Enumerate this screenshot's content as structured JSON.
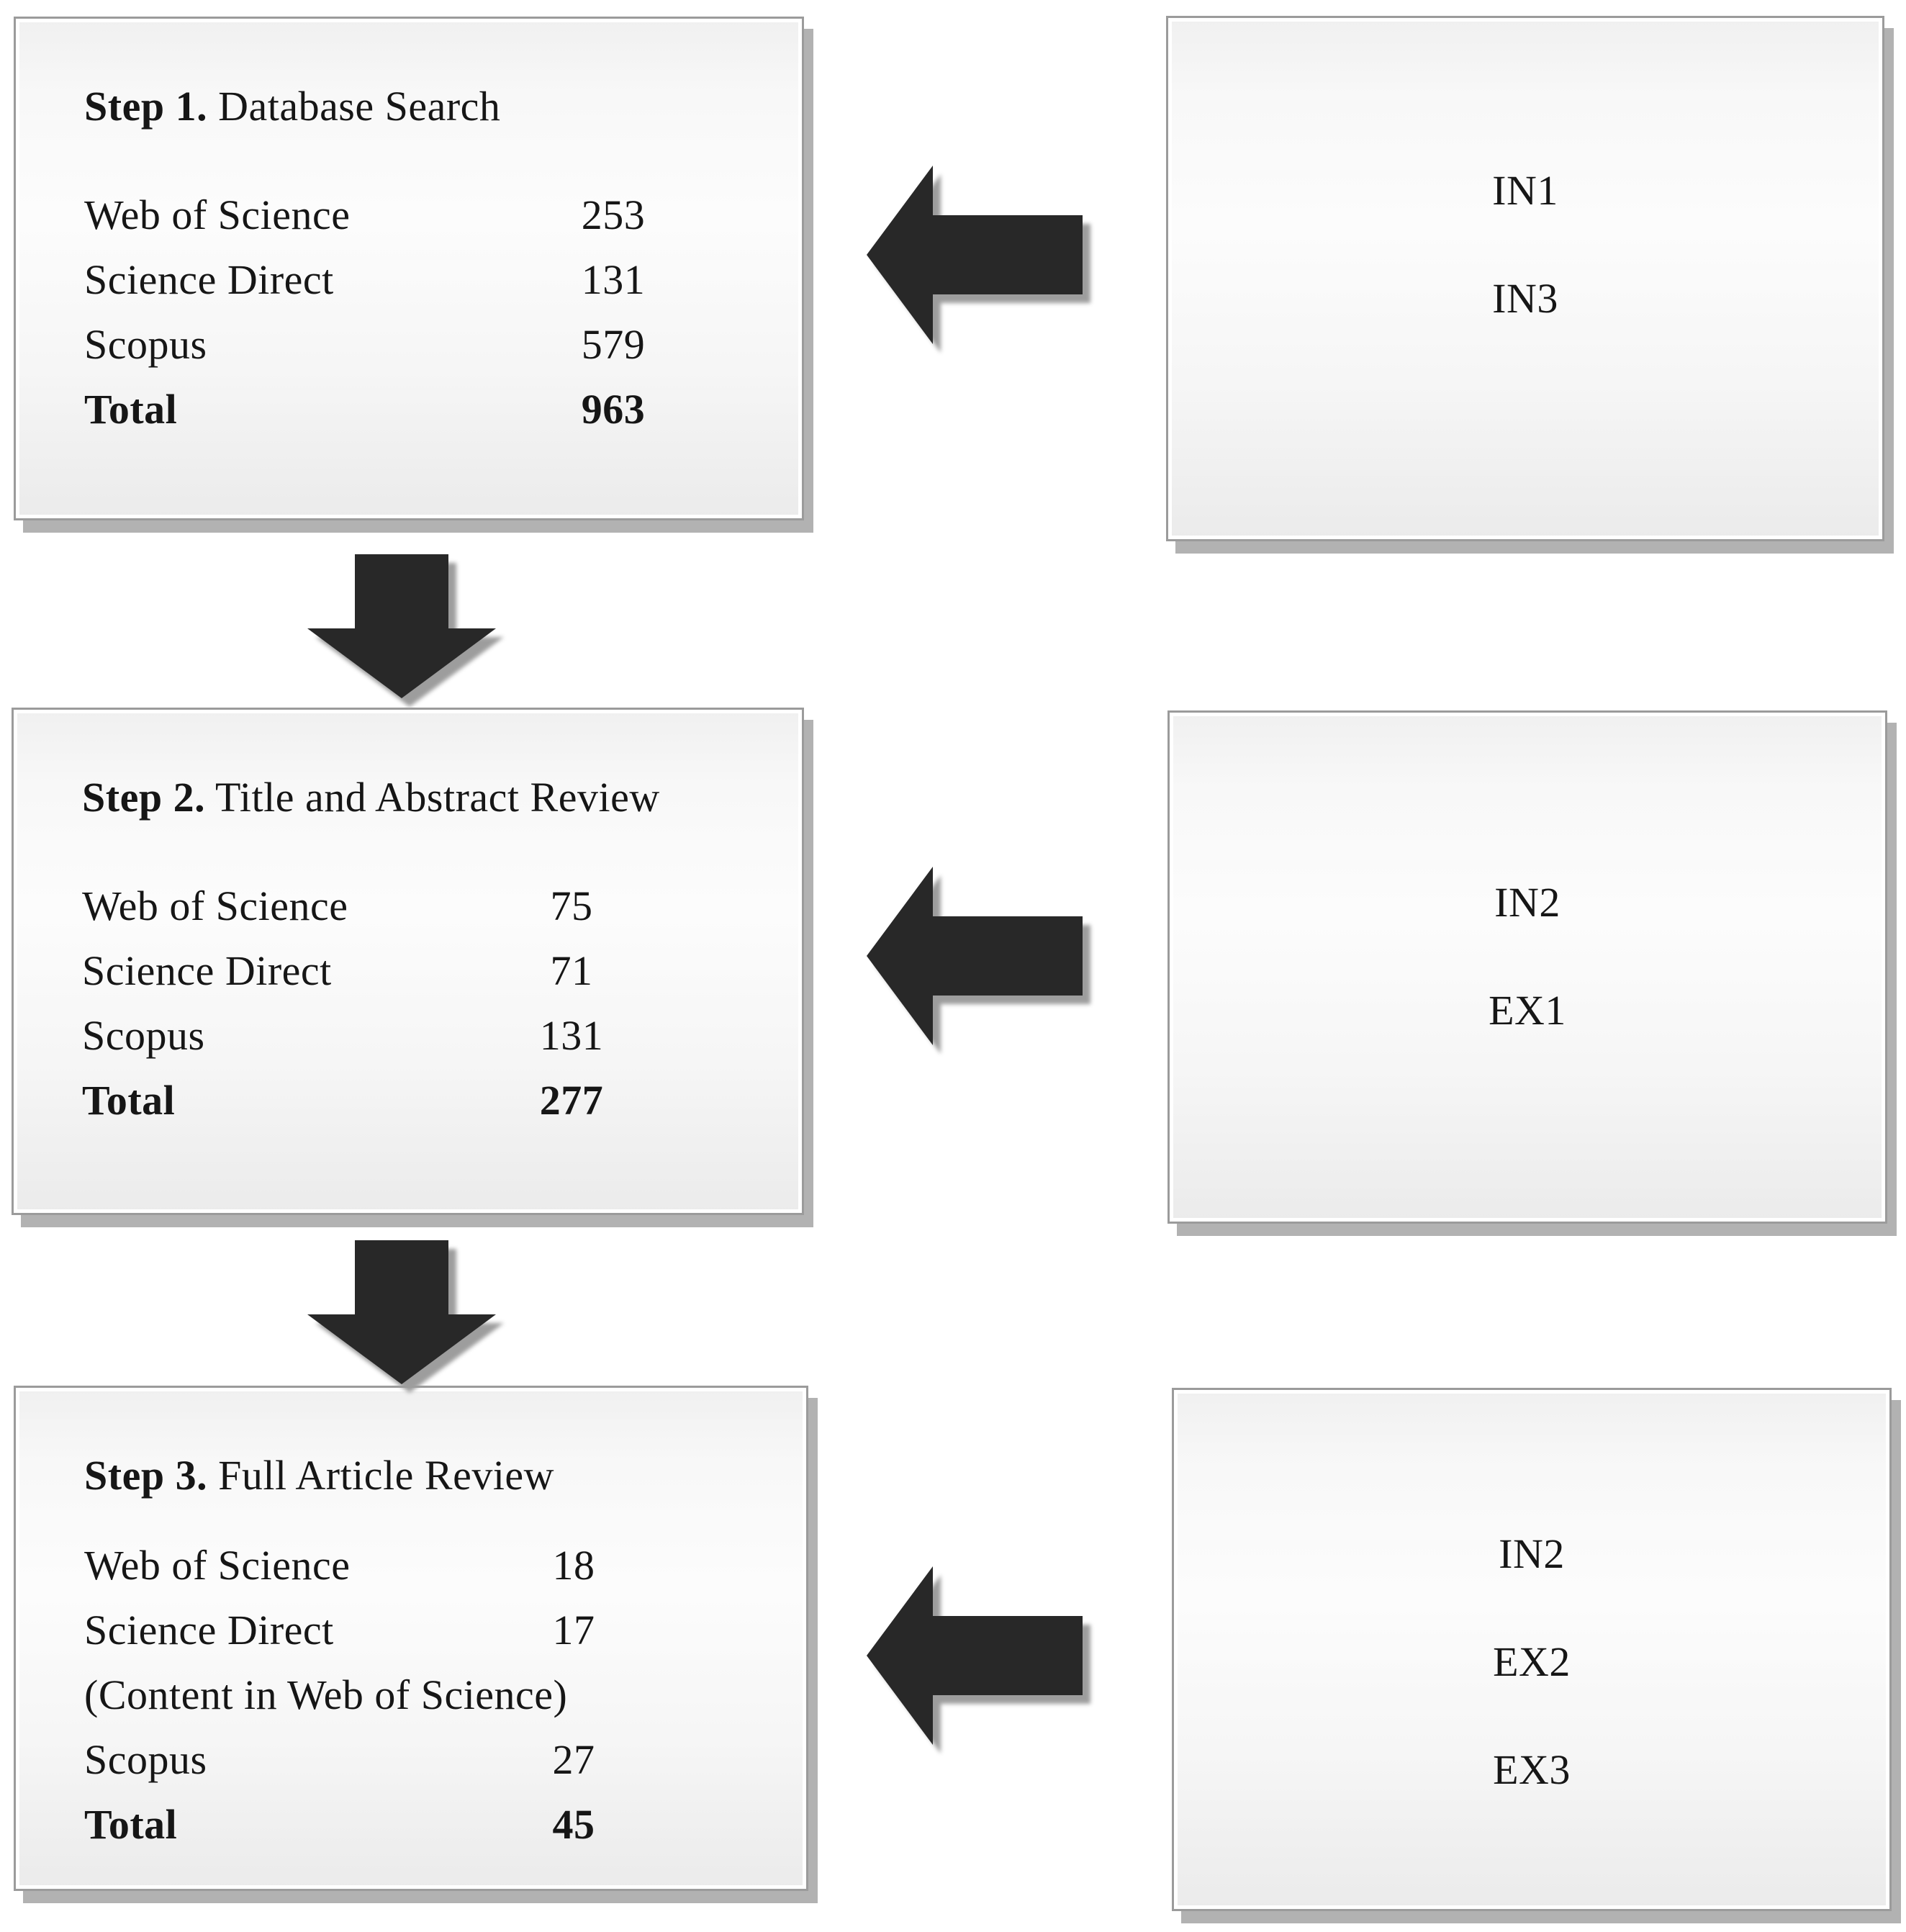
{
  "figure": {
    "type": "flow-diagram",
    "background": "#ffffff",
    "box_border_color": "#9b9b9b",
    "box_fill_top": "#f0f0f0",
    "box_fill_mid": "#fcfcfc",
    "box_fill_bottom": "#ebebeb",
    "box_shadow_color": "#b2b2b2",
    "arrow_fill": "#282828",
    "arrow_shadow": "#9d9d9d",
    "text_color": "#161616"
  },
  "steps": [
    {
      "title_bold": "Step 1.",
      "title_rest": " Database Search",
      "rows": [
        {
          "label": "Web of Science",
          "value": "253"
        },
        {
          "label": "Science Direct",
          "value": "131"
        },
        {
          "label": "Scopus",
          "value": "579"
        },
        {
          "label": "Total",
          "value": "963"
        }
      ]
    },
    {
      "title_bold": "Step 2.",
      "title_rest": " Title and Abstract Review",
      "rows": [
        {
          "label": "Web of Science",
          "value": "75"
        },
        {
          "label": "Science Direct",
          "value": "71"
        },
        {
          "label": "Scopus",
          "value": "131"
        },
        {
          "label": "Total",
          "value": "277"
        }
      ]
    },
    {
      "title_bold": "Step 3.",
      "title_rest": " Full Article Review",
      "rows": [
        {
          "label": "Web of Science",
          "value": "18"
        },
        {
          "label": "Science Direct",
          "value": "17"
        },
        {
          "label": "(Content in Web of Science)",
          "value": ""
        },
        {
          "label": "Scopus",
          "value": "27"
        },
        {
          "label": "Total",
          "value": "45"
        }
      ]
    }
  ],
  "criteria_boxes": [
    {
      "items": [
        "IN1",
        "IN3"
      ]
    },
    {
      "items": [
        "IN2",
        "EX1"
      ]
    },
    {
      "items": [
        "IN2",
        "EX2",
        "EX3"
      ]
    }
  ],
  "icons": {
    "left_arrow": "block-arrow-left",
    "down_arrow": "block-arrow-down"
  }
}
